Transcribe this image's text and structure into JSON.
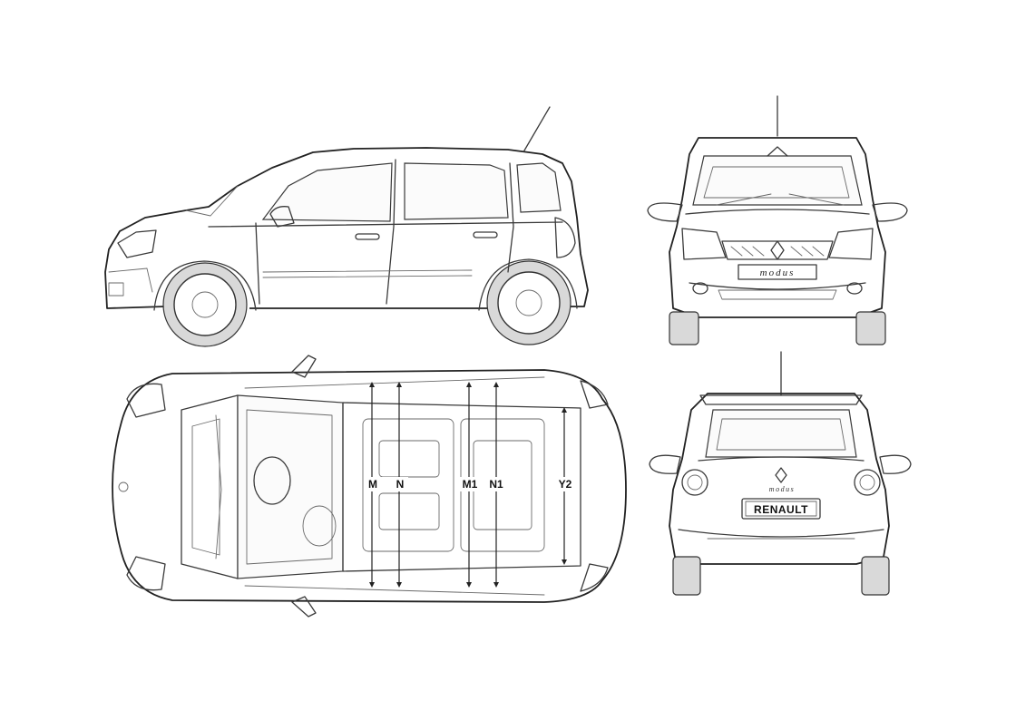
{
  "diagram": {
    "views": [
      "side-view",
      "front-view",
      "top-view",
      "rear-view"
    ],
    "dimension_labels": {
      "m": "M",
      "n": "N",
      "m1": "M1",
      "n1": "N1",
      "y2": "Y2"
    },
    "front_plate": "modus",
    "rear_plate": "RENAULT",
    "rear_badge": "modus",
    "colors": {
      "line": "#3a3a3a",
      "background": "#ffffff"
    }
  }
}
